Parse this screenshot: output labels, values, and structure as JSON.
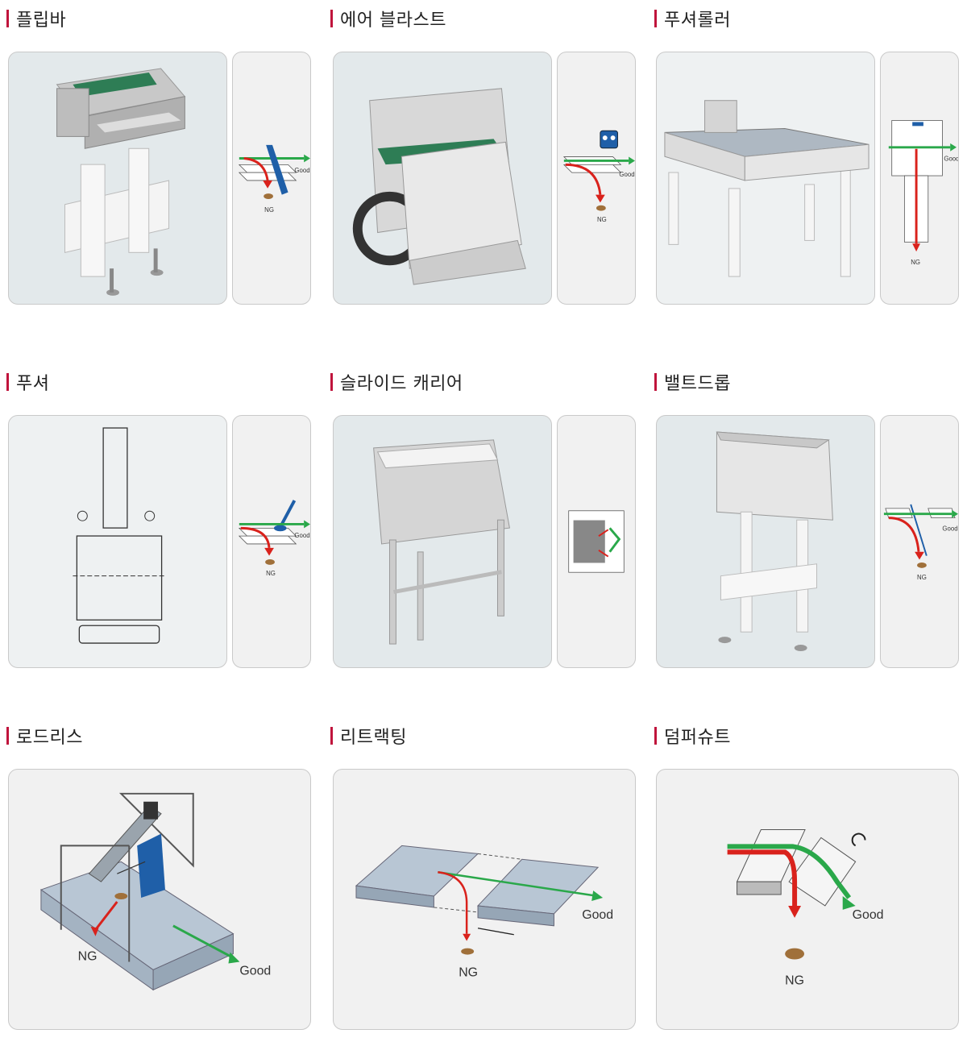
{
  "sections": [
    {
      "title": "플립바",
      "good": "Good",
      "ng": "NG"
    },
    {
      "title": "에어 블라스트",
      "good": "Good",
      "ng": "NG"
    },
    {
      "title": "푸셔롤러",
      "good": "Good",
      "ng": "NG"
    },
    {
      "title": "푸셔",
      "good": "Good",
      "ng": "NG"
    },
    {
      "title": "슬라이드 캐리어"
    },
    {
      "title": "밸트드롭",
      "good": "Good",
      "ng": "NG"
    },
    {
      "title": "로드리스",
      "good": "Good",
      "ng": "NG"
    },
    {
      "title": "리트랙팅",
      "good": "Good",
      "ng": "NG"
    },
    {
      "title": "덤퍼슈트",
      "good": "Good",
      "ng": "NG"
    }
  ],
  "colors": {
    "accent": "#c0143c",
    "good": "#2aa84a",
    "ng": "#d9221c",
    "blue": "#1f5fa8"
  }
}
